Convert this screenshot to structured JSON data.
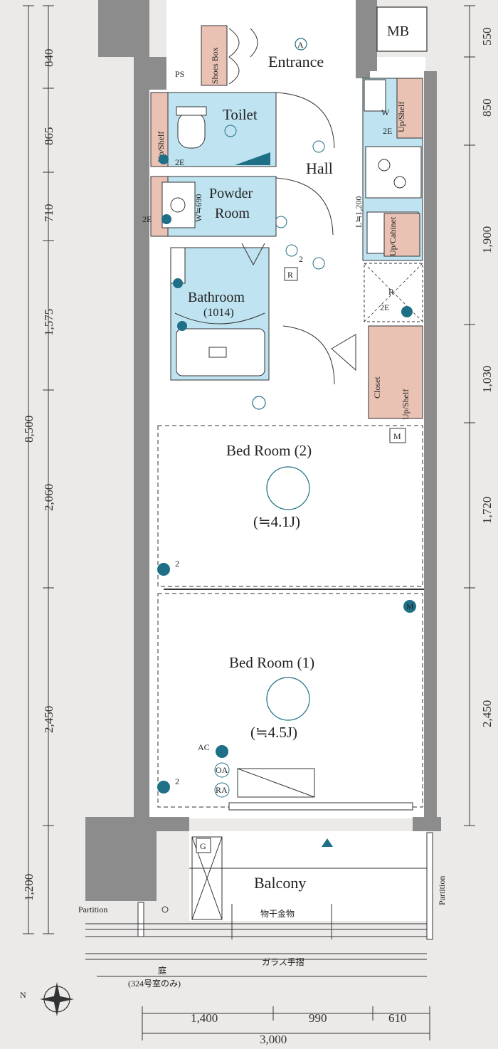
{
  "rooms": {
    "mb": "MB",
    "entrance": "Entrance",
    "entrance_marker": "A",
    "ps": "PS",
    "shoes_box": "Shoes Box",
    "toilet": "Toilet",
    "hall": "Hall",
    "powder_room_1": "Powder",
    "powder_room_2": "Room",
    "bathroom": "Bathroom",
    "bathroom_size": "(1014)",
    "closet": "Closet",
    "closet_shelf": "Up/Shelf",
    "bedroom2": "Bed Room (2)",
    "bedroom2_size": "(≒4.1J)",
    "bedroom1": "Bed Room (1)",
    "bedroom1_size": "(≒4.5J)",
    "balcony": "Balcony",
    "partition_left": "Partition",
    "partition_right": "Partition",
    "monohoshi": "物干金物",
    "glass_rail": "ガラス手摺",
    "garden": "庭",
    "garden_note": "(324号室のみ)"
  },
  "fixtures": {
    "up_shelf_toilet": "Up/Shelf",
    "up_shelf_kitchen": "Up/Shelf",
    "up_cabinet": "Up/Cabinet",
    "w": "W",
    "l_length": "L≒1,200",
    "w_690": "W≒690",
    "r1": "R",
    "r2": "R",
    "m1": "M",
    "m2": "M",
    "ac": "AC",
    "oa": "OA",
    "ra": "RA",
    "g": "G",
    "e2_toilet": "2E",
    "e2_kitchen": "2E",
    "e2_kitchen2": "2E",
    "e2_powder": "2E",
    "sup_2_hall": "2",
    "sup_2_bed2": "2",
    "sup_2_bed1": "2"
  },
  "dimensions": {
    "left": [
      "840",
      "865",
      "710",
      "1,575",
      "2,060",
      "2,450",
      "1,200"
    ],
    "left_total": "8,500",
    "right": [
      "550",
      "850",
      "1,900",
      "1,030",
      "1,720",
      "2,450"
    ],
    "bottom": [
      "1,400",
      "990",
      "610"
    ],
    "bottom_total": "3,000"
  },
  "compass": "N",
  "colors": {
    "wall": "#8c8c8c",
    "wet_area": "#bfe3f0",
    "storage": "#e9c2b4",
    "fixture": "#1f6f86"
  }
}
